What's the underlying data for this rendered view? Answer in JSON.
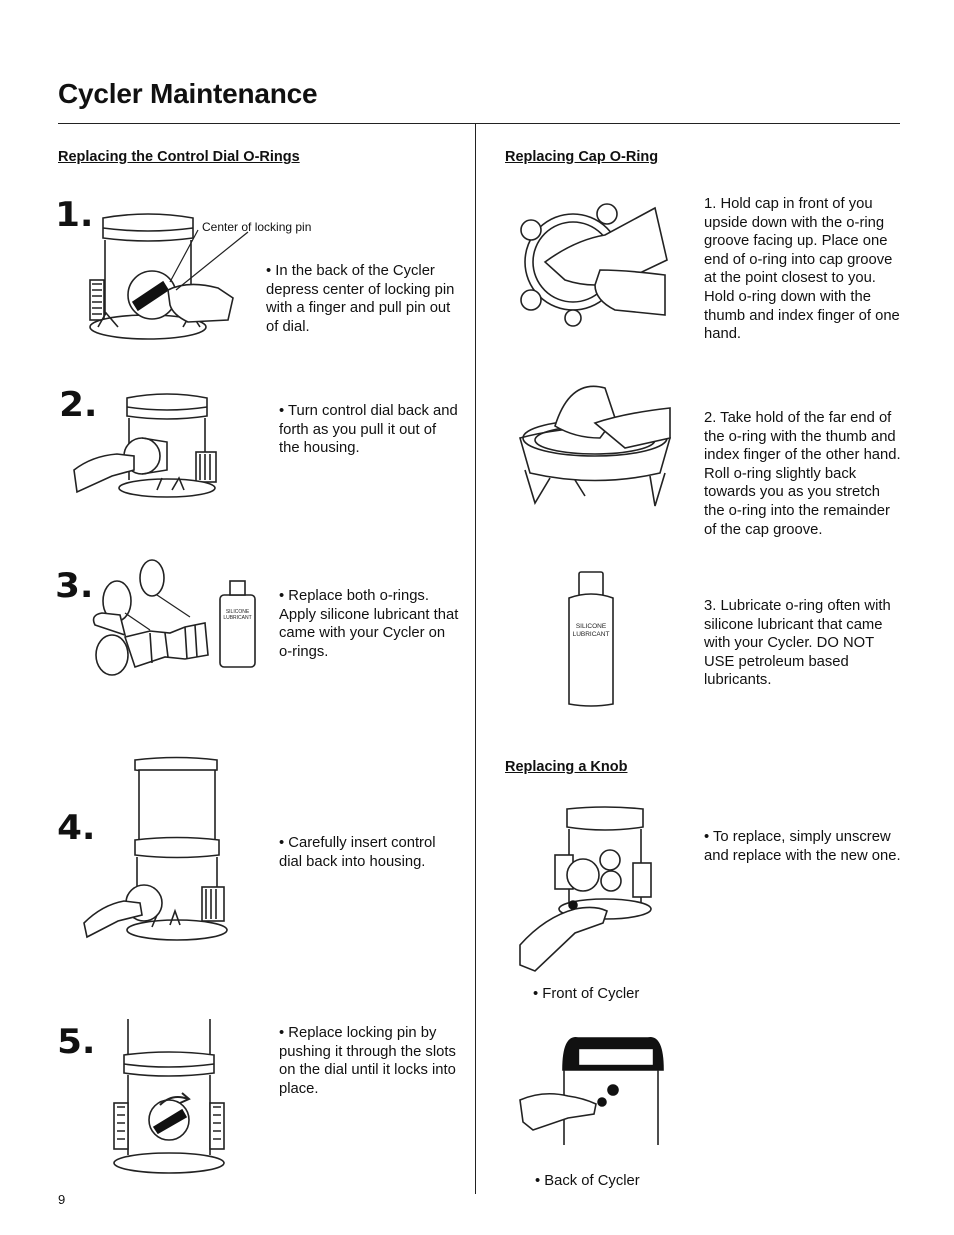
{
  "page": {
    "title": "Cycler Maintenance",
    "page_number": "9"
  },
  "left": {
    "heading": "Replacing the Control Dial O-Rings",
    "callout": "Center of locking pin",
    "steps": [
      {
        "number": "1.",
        "text": "•  In the back of the Cycler depress center of locking pin with a finger and pull pin out of dial."
      },
      {
        "number": "2.",
        "text": "• Turn control dial back and forth as you pull it out of the housing."
      },
      {
        "number": "3.",
        "text": "•  Replace both o-rings. Apply silicone lubricant that came with your Cycler on o-rings."
      },
      {
        "number": "4.",
        "text": "• Carefully insert control dial back into housing."
      },
      {
        "number": "5.",
        "text": "• Replace locking pin by pushing it through the slots on the dial until it locks into place."
      }
    ]
  },
  "right": {
    "cap_heading": "Replacing Cap O-Ring",
    "cap_steps": [
      "1.  Hold cap in front of you upside down with the o-ring groove facing up. Place one end of o-ring into cap groove at the point closest to you. Hold o-ring down with the thumb and index finger of one hand.",
      "2.  Take hold of the far end of the o-ring with the thumb and index finger of the other hand. Roll o-ring slightly back towards you as you stretch the o-ring into the remainder of the cap groove.",
      "3.  Lubricate o-ring often with silicone lubricant that came with your Cycler. DO NOT USE petroleum based lubricants."
    ],
    "knob_heading": "Replacing a Knob",
    "knob_text": "• To replace, simply unscrew and replace with the new one.",
    "front_caption": "• Front of Cycler",
    "back_caption": "• Back of Cycler"
  },
  "bottle_label": {
    "line1": "SILICONE",
    "line2": "LUBRICANT"
  }
}
